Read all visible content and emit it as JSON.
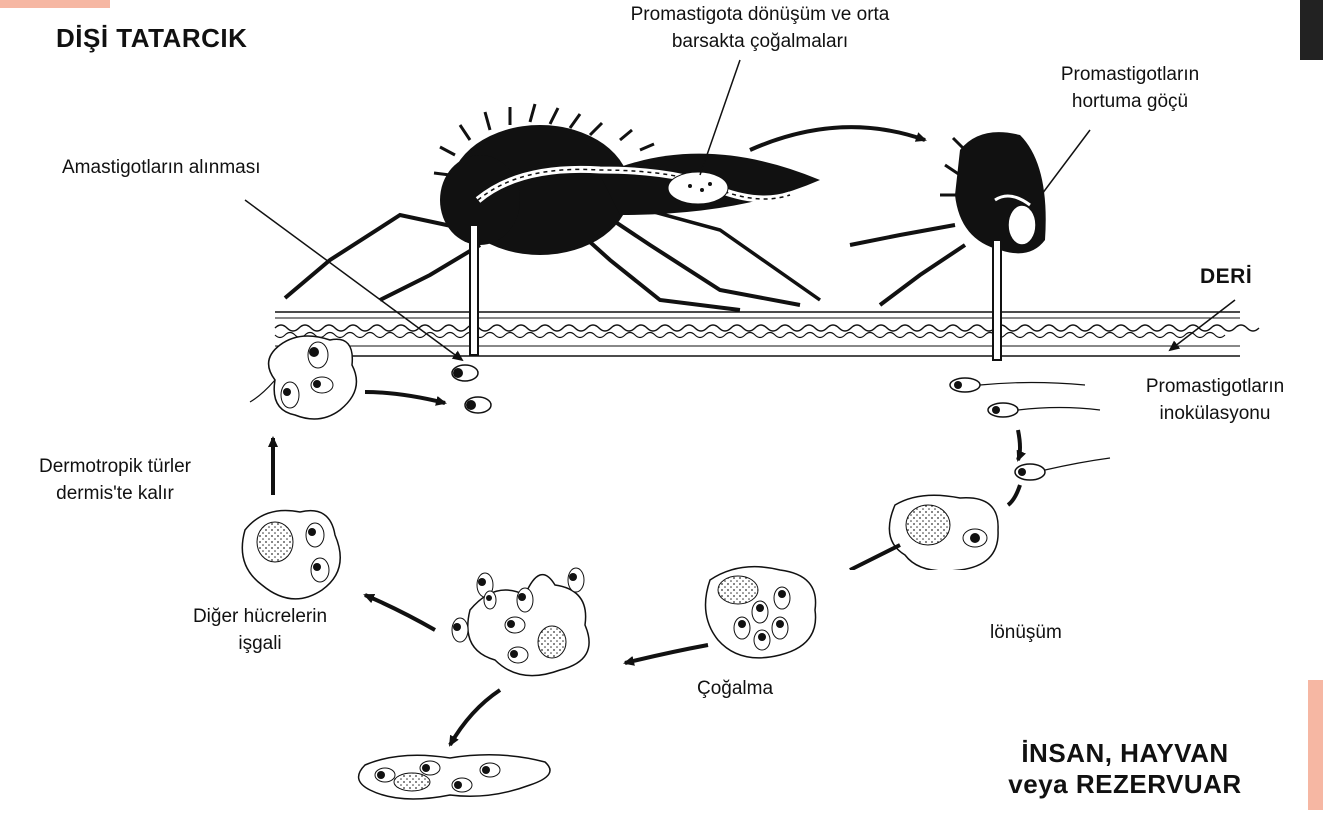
{
  "labels": {
    "female_sandfly": "DİŞİ TATARCIK",
    "promastigote_transform_line1": "Promastigota dönüşüm ve orta",
    "promastigote_transform_line2": "barsakta çoğalmaları",
    "proboscis_migration_line1": "Promastigotların",
    "proboscis_migration_line2": "hortuma göçü",
    "amastigote_uptake": "Amastigotların alınması",
    "skin": "DERİ",
    "inoculation_line1": "Promastigotların",
    "inoculation_line2": "inokülasyonu",
    "dermotropic_line1": "Dermotropik türler",
    "dermotropic_line2": "dermis'te kalır",
    "invasion_line1": "Diğer hücrelerin",
    "invasion_line2": "işgali",
    "transformation_partial": "lönüşüm",
    "multiplication": "Çoğalma",
    "host_line1": "İNSAN, HAYVAN",
    "host_line2": "veya REZERVUAR"
  },
  "colors": {
    "ink": "#111111",
    "paper": "#ffffff",
    "corner_accent": "#f6b7a3"
  }
}
